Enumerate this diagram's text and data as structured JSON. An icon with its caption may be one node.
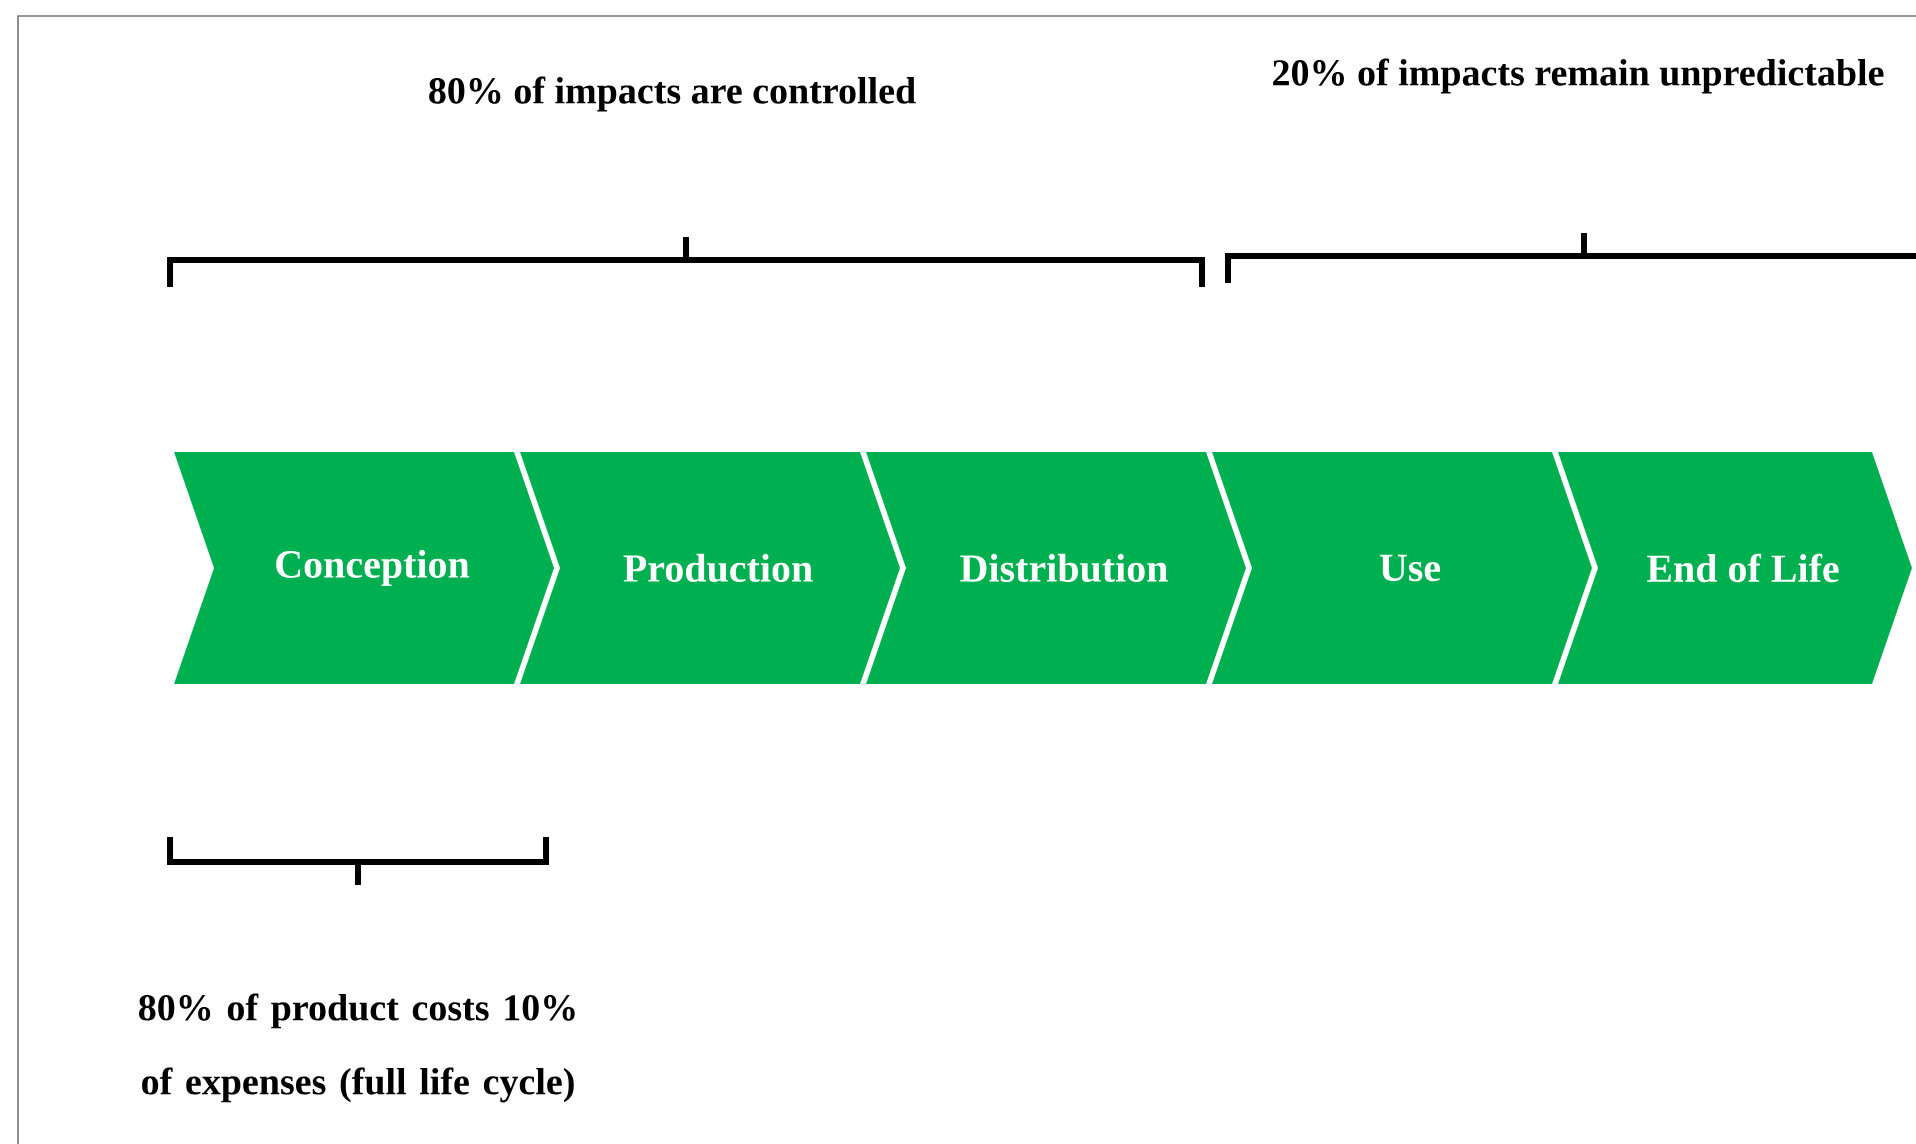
{
  "diagram": {
    "nodes": [
      {
        "text": [
          "Conception"
        ]
      },
      {
        "text": [
          "Production"
        ]
      },
      {
        "text": [
          "Distribution"
        ]
      },
      {
        "text": [
          "Use"
        ]
      },
      {
        "text": [
          "End of Life"
        ]
      }
    ],
    "labels": [
      "80% of impacts are controlled",
      "20% of impacts remain unpredictable",
      "80% of product costs 10% of expenses (full life cycle)"
    ]
  }
}
